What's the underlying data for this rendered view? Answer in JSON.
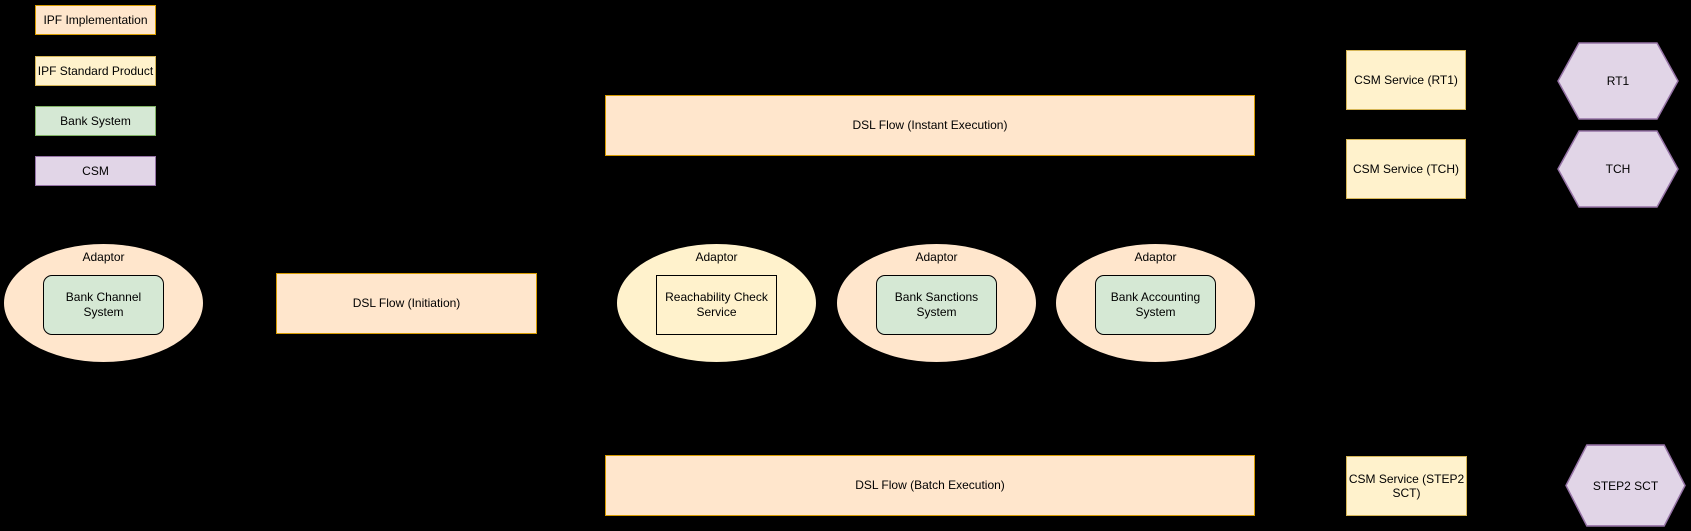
{
  "diagram": {
    "background": "#000000",
    "palette": {
      "ipf_implementation": {
        "fill": "#ffe6cc",
        "stroke": "#d79b00"
      },
      "ipf_standard_product": {
        "fill": "#fff2cc",
        "stroke": "#d6b656"
      },
      "bank_system": {
        "fill": "#d5e8d4",
        "stroke": "#82b366"
      },
      "csm": {
        "fill": "#e1d5e7",
        "stroke": "#9673a6"
      }
    },
    "legend": {
      "items": [
        {
          "label": "IPF Implementation",
          "type": "ipf_implementation"
        },
        {
          "label": "IPF Standard Product",
          "type": "ipf_standard_product"
        },
        {
          "label": "Bank System",
          "type": "bank_system"
        },
        {
          "label": "CSM",
          "type": "csm"
        }
      ]
    },
    "adaptors": [
      {
        "label": "Adaptor",
        "system": "Bank Channel System",
        "system_type": "bank_system"
      },
      {
        "label": "Adaptor",
        "system": "Reachability Check Service",
        "system_type": "ipf_standard_product"
      },
      {
        "label": "Adaptor",
        "system": "Bank Sanctions System",
        "system_type": "bank_system"
      },
      {
        "label": "Adaptor",
        "system": "Bank Accounting System",
        "system_type": "bank_system"
      }
    ],
    "flows": [
      {
        "label": "DSL Flow (Initiation)"
      },
      {
        "label": "DSL Flow (Instant Execution)"
      },
      {
        "label": "DSL Flow (Batch Execution)"
      }
    ],
    "csm_services": [
      {
        "label": "CSM Service (RT1)"
      },
      {
        "label": "CSM Service (TCH)"
      },
      {
        "label": "CSM Service (STEP2 SCT)"
      }
    ],
    "networks": [
      {
        "label": "RT1"
      },
      {
        "label": "TCH"
      },
      {
        "label": "STEP2 SCT"
      }
    ]
  }
}
